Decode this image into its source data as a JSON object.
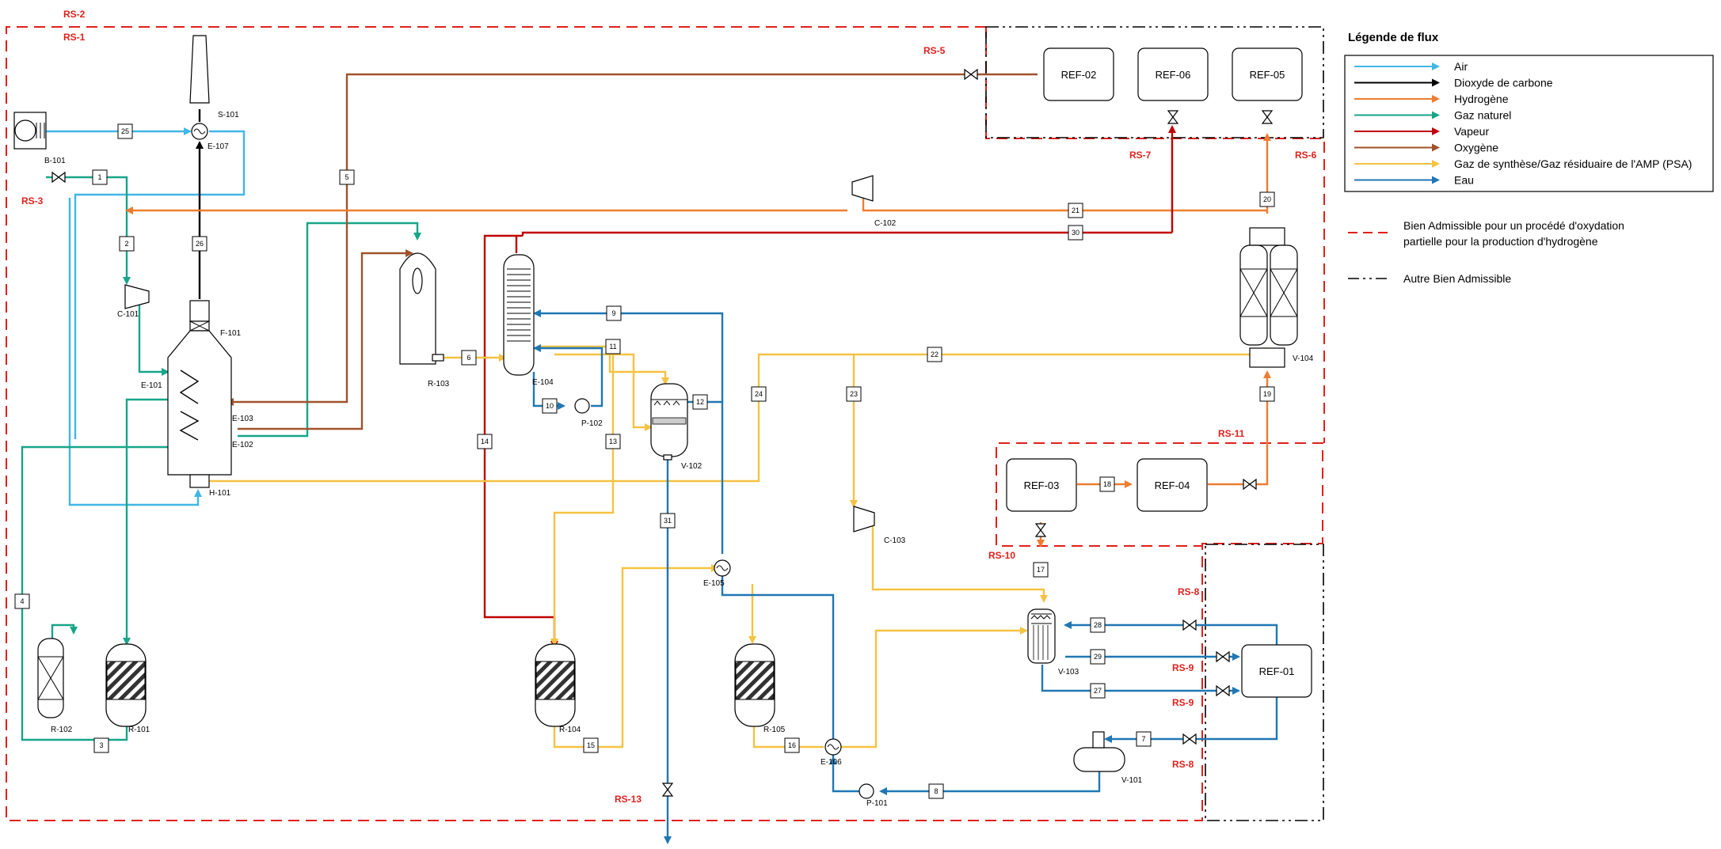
{
  "colors": {
    "air": "#41b6e6",
    "co2": "#000000",
    "hydrogen": "#ed7d31",
    "natural_gas": "#17a589",
    "steam": "#c00000",
    "oxygen": "#a0522d",
    "syngas": "#f5c242",
    "water": "#1f77b4",
    "boundary_red": "#e0201c"
  },
  "legend": {
    "title": "Légende de flux",
    "items": [
      {
        "label": "Air",
        "color": "#41b6e6"
      },
      {
        "label": "Dioxyde de carbone",
        "color": "#000000"
      },
      {
        "label": "Hydrogène",
        "color": "#ed7d31"
      },
      {
        "label": "Gaz naturel",
        "color": "#17a589"
      },
      {
        "label": "Vapeur",
        "color": "#c00000"
      },
      {
        "label": "Oxygène",
        "color": "#a0522d"
      },
      {
        "label": "Gaz de synthèse/Gaz résiduaire de l'AMP (PSA)",
        "color": "#f5c242"
      },
      {
        "label": "Eau",
        "color": "#1f77b4"
      }
    ],
    "boundary_red": "Bien Admissible pour un procédé d'oxydation partielle pour la production d'hydrogène",
    "boundary_red_line2": "partielle pour la production d'hydrogène",
    "boundary_red_line1": "Bien Admissible pour un procédé d'oxydation",
    "boundary_black": "Autre Bien Admissible"
  },
  "boundaries": [
    "RS-2",
    "RS-1"
  ],
  "valves": [
    "RS-3",
    "RS-5",
    "RS-6",
    "RS-7",
    "RS-8",
    "RS-8",
    "RS-9",
    "RS-9",
    "RS-10",
    "RS-11",
    "RS-13"
  ],
  "refs": [
    "REF-01",
    "REF-02",
    "REF-03",
    "REF-04",
    "REF-05",
    "REF-06"
  ],
  "equipment": [
    "B-101",
    "S-101",
    "E-107",
    "C-101",
    "E-101",
    "F-101",
    "E-103",
    "E-102",
    "H-101",
    "R-102",
    "R-101",
    "R-103",
    "E-104",
    "P-102",
    "V-102",
    "R-104",
    "R-105",
    "E-105",
    "E-106",
    "P-101",
    "C-102",
    "C-103",
    "V-103",
    "V-101",
    "V-104"
  ],
  "streams": [
    "1",
    "2",
    "3",
    "4",
    "5",
    "6",
    "7",
    "8",
    "9",
    "10",
    "11",
    "12",
    "13",
    "14",
    "15",
    "16",
    "17",
    "18",
    "19",
    "20",
    "21",
    "22",
    "23",
    "24",
    "25",
    "26",
    "27",
    "28",
    "29",
    "30",
    "31"
  ]
}
